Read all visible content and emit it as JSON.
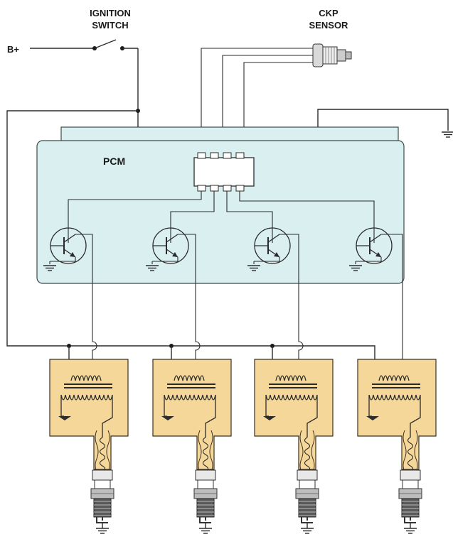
{
  "labels": {
    "b_plus": "B+",
    "ignition_line1": "IGNITION",
    "ignition_line2": "SWITCH",
    "ckp_line1": "CKP",
    "ckp_line2": "SENSOR",
    "pcm": "PCM"
  },
  "colors": {
    "pcm_fill": "#daeff0",
    "coil_fill": "#f5d79a",
    "wire": "#2b2b2b"
  },
  "icons": [
    "ckp-sensor-icon",
    "ground-symbol-icon",
    "transistor-icon",
    "spark-plug-icon",
    "ignition-coil-icon"
  ],
  "transistor_count": 4,
  "coil_count": 4
}
